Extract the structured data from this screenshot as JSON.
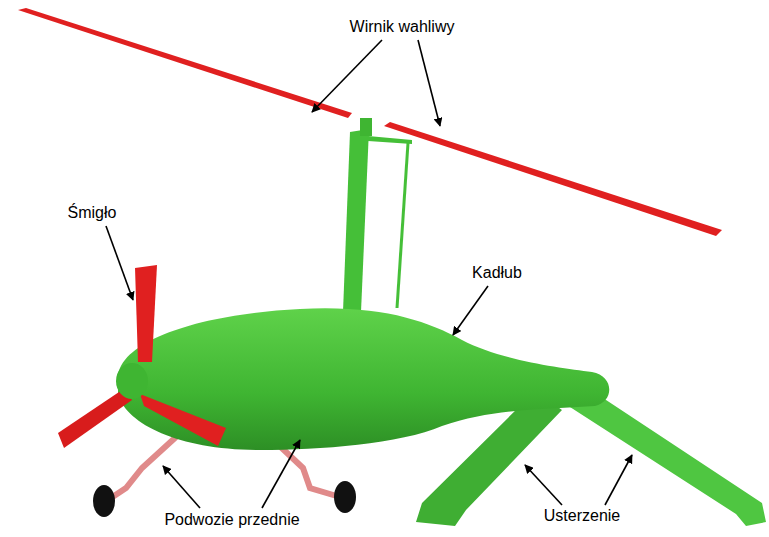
{
  "diagram": {
    "labels": [
      "Wirnik wahliwy",
      "Śmigło",
      "Kadłub",
      "Podwozie przednie",
      "Usterzenie"
    ]
  }
}
